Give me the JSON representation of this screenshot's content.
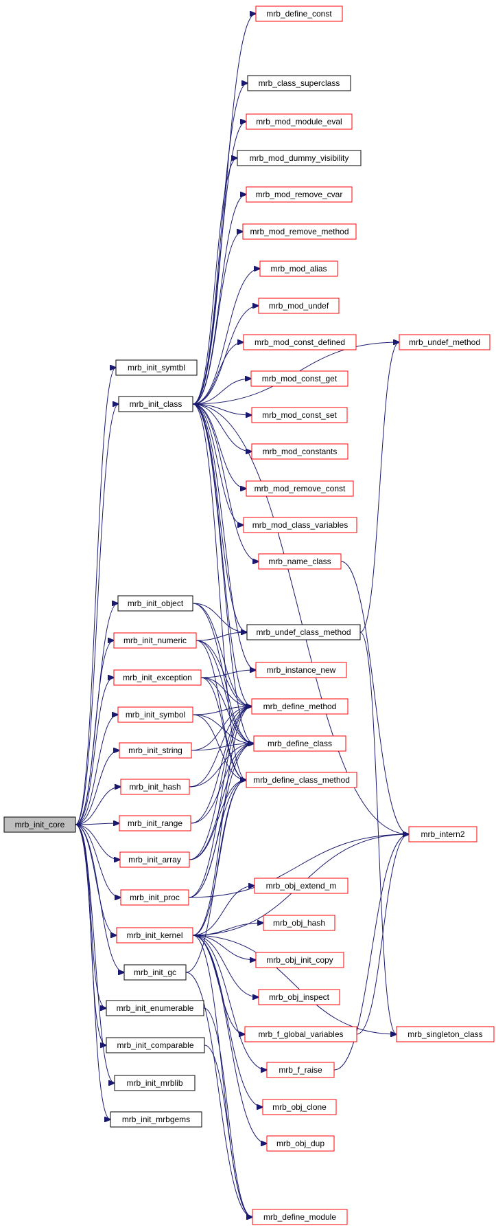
{
  "colors": {
    "edge": "#191970",
    "black_border": "#000000",
    "red_border": "#ff0000",
    "root_fill": "#bfbfbf"
  },
  "nodes": [
    {
      "id": "core",
      "label": "mrb_init_core",
      "style": "root"
    },
    {
      "id": "symtbl",
      "label": "mrb_init_symtbl",
      "style": "black"
    },
    {
      "id": "class",
      "label": "mrb_init_class",
      "style": "black"
    },
    {
      "id": "object",
      "label": "mrb_init_object",
      "style": "black"
    },
    {
      "id": "numeric",
      "label": "mrb_init_numeric",
      "style": "red"
    },
    {
      "id": "exception",
      "label": "mrb_init_exception",
      "style": "red"
    },
    {
      "id": "symbol",
      "label": "mrb_init_symbol",
      "style": "red"
    },
    {
      "id": "string",
      "label": "mrb_init_string",
      "style": "red"
    },
    {
      "id": "hash",
      "label": "mrb_init_hash",
      "style": "red"
    },
    {
      "id": "range",
      "label": "mrb_init_range",
      "style": "red"
    },
    {
      "id": "array",
      "label": "mrb_init_array",
      "style": "red"
    },
    {
      "id": "proc",
      "label": "mrb_init_proc",
      "style": "red"
    },
    {
      "id": "kernel",
      "label": "mrb_init_kernel",
      "style": "red"
    },
    {
      "id": "gc",
      "label": "mrb_init_gc",
      "style": "black"
    },
    {
      "id": "enumerable",
      "label": "mrb_init_enumerable",
      "style": "black"
    },
    {
      "id": "comparable",
      "label": "mrb_init_comparable",
      "style": "black"
    },
    {
      "id": "mrblib",
      "label": "mrb_init_mrblib",
      "style": "black"
    },
    {
      "id": "mrbgems",
      "label": "mrb_init_mrbgems",
      "style": "black"
    },
    {
      "id": "define_const",
      "label": "mrb_define_const",
      "style": "red"
    },
    {
      "id": "class_superclass",
      "label": "mrb_class_superclass",
      "style": "black"
    },
    {
      "id": "mod_module_eval",
      "label": "mrb_mod_module_eval",
      "style": "red"
    },
    {
      "id": "mod_dummy_visibility",
      "label": "mrb_mod_dummy_visibility",
      "style": "black"
    },
    {
      "id": "mod_remove_cvar",
      "label": "mrb_mod_remove_cvar",
      "style": "red"
    },
    {
      "id": "mod_remove_method",
      "label": "mrb_mod_remove_method",
      "style": "red"
    },
    {
      "id": "mod_alias",
      "label": "mrb_mod_alias",
      "style": "red"
    },
    {
      "id": "mod_undef",
      "label": "mrb_mod_undef",
      "style": "red"
    },
    {
      "id": "mod_const_defined",
      "label": "mrb_mod_const_defined",
      "style": "red"
    },
    {
      "id": "mod_const_get",
      "label": "mrb_mod_const_get",
      "style": "red"
    },
    {
      "id": "mod_const_set",
      "label": "mrb_mod_const_set",
      "style": "red"
    },
    {
      "id": "mod_constants",
      "label": "mrb_mod_constants",
      "style": "red"
    },
    {
      "id": "mod_remove_const",
      "label": "mrb_mod_remove_const",
      "style": "red"
    },
    {
      "id": "mod_class_variables",
      "label": "mrb_mod_class_variables",
      "style": "red"
    },
    {
      "id": "name_class",
      "label": "mrb_name_class",
      "style": "red"
    },
    {
      "id": "undef_class_method",
      "label": "mrb_undef_class_method",
      "style": "black"
    },
    {
      "id": "instance_new",
      "label": "mrb_instance_new",
      "style": "red"
    },
    {
      "id": "define_method",
      "label": "mrb_define_method",
      "style": "red"
    },
    {
      "id": "define_class",
      "label": "mrb_define_class",
      "style": "red"
    },
    {
      "id": "define_class_method",
      "label": "mrb_define_class_method",
      "style": "red"
    },
    {
      "id": "obj_extend_m",
      "label": "mrb_obj_extend_m",
      "style": "red"
    },
    {
      "id": "obj_hash",
      "label": "mrb_obj_hash",
      "style": "red"
    },
    {
      "id": "obj_init_copy",
      "label": "mrb_obj_init_copy",
      "style": "red"
    },
    {
      "id": "obj_inspect",
      "label": "mrb_obj_inspect",
      "style": "red"
    },
    {
      "id": "f_global_variables",
      "label": "mrb_f_global_variables",
      "style": "red"
    },
    {
      "id": "f_raise",
      "label": "mrb_f_raise",
      "style": "red"
    },
    {
      "id": "obj_clone",
      "label": "mrb_obj_clone",
      "style": "red"
    },
    {
      "id": "obj_dup",
      "label": "mrb_obj_dup",
      "style": "red"
    },
    {
      "id": "define_module",
      "label": "mrb_define_module",
      "style": "red"
    },
    {
      "id": "undef_method",
      "label": "mrb_undef_method",
      "style": "red"
    },
    {
      "id": "intern2",
      "label": "mrb_intern2",
      "style": "red"
    },
    {
      "id": "singleton_class",
      "label": "mrb_singleton_class",
      "style": "red"
    }
  ],
  "edges": [
    [
      "core",
      "symtbl"
    ],
    [
      "core",
      "class"
    ],
    [
      "core",
      "object"
    ],
    [
      "core",
      "numeric"
    ],
    [
      "core",
      "exception"
    ],
    [
      "core",
      "symbol"
    ],
    [
      "core",
      "string"
    ],
    [
      "core",
      "hash"
    ],
    [
      "core",
      "range"
    ],
    [
      "core",
      "array"
    ],
    [
      "core",
      "proc"
    ],
    [
      "core",
      "kernel"
    ],
    [
      "core",
      "gc"
    ],
    [
      "core",
      "enumerable"
    ],
    [
      "core",
      "comparable"
    ],
    [
      "core",
      "mrblib"
    ],
    [
      "core",
      "mrbgems"
    ],
    [
      "class",
      "define_const"
    ],
    [
      "class",
      "undef_method"
    ],
    [
      "class",
      "class_superclass"
    ],
    [
      "class",
      "mod_module_eval"
    ],
    [
      "class",
      "mod_dummy_visibility"
    ],
    [
      "class",
      "mod_remove_cvar"
    ],
    [
      "class",
      "mod_remove_method"
    ],
    [
      "class",
      "mod_alias"
    ],
    [
      "class",
      "mod_undef"
    ],
    [
      "class",
      "mod_const_defined"
    ],
    [
      "class",
      "mod_const_get"
    ],
    [
      "class",
      "mod_const_set"
    ],
    [
      "class",
      "mod_constants"
    ],
    [
      "class",
      "mod_remove_const"
    ],
    [
      "class",
      "mod_class_variables"
    ],
    [
      "class",
      "name_class"
    ],
    [
      "class",
      "intern2"
    ],
    [
      "class",
      "instance_new"
    ],
    [
      "class",
      "define_method"
    ],
    [
      "class",
      "define_class"
    ],
    [
      "class",
      "define_class_method"
    ],
    [
      "class",
      "undef_class_method"
    ],
    [
      "object",
      "undef_class_method"
    ],
    [
      "object",
      "define_method"
    ],
    [
      "object",
      "define_class"
    ],
    [
      "numeric",
      "undef_class_method"
    ],
    [
      "numeric",
      "define_method"
    ],
    [
      "numeric",
      "define_class"
    ],
    [
      "numeric",
      "define_class_method"
    ],
    [
      "exception",
      "instance_new"
    ],
    [
      "exception",
      "define_method"
    ],
    [
      "exception",
      "define_class"
    ],
    [
      "exception",
      "define_class_method"
    ],
    [
      "symbol",
      "define_method"
    ],
    [
      "symbol",
      "define_class"
    ],
    [
      "symbol",
      "define_class_method"
    ],
    [
      "string",
      "define_method"
    ],
    [
      "string",
      "define_class"
    ],
    [
      "hash",
      "define_method"
    ],
    [
      "hash",
      "define_class"
    ],
    [
      "range",
      "define_method"
    ],
    [
      "range",
      "define_class"
    ],
    [
      "array",
      "define_method"
    ],
    [
      "array",
      "define_class"
    ],
    [
      "array",
      "define_class_method"
    ],
    [
      "proc",
      "define_method"
    ],
    [
      "proc",
      "define_class"
    ],
    [
      "proc",
      "define_class_method"
    ],
    [
      "proc",
      "intern2"
    ],
    [
      "kernel",
      "obj_extend_m"
    ],
    [
      "kernel",
      "obj_hash"
    ],
    [
      "kernel",
      "obj_init_copy"
    ],
    [
      "kernel",
      "obj_inspect"
    ],
    [
      "kernel",
      "f_global_variables"
    ],
    [
      "kernel",
      "f_raise"
    ],
    [
      "kernel",
      "obj_clone"
    ],
    [
      "kernel",
      "obj_dup"
    ],
    [
      "kernel",
      "define_module"
    ],
    [
      "kernel",
      "singleton_class"
    ],
    [
      "kernel",
      "intern2"
    ],
    [
      "kernel",
      "define_method"
    ],
    [
      "kernel",
      "define_class_method"
    ],
    [
      "gc",
      "define_module"
    ],
    [
      "gc",
      "define_class_method"
    ],
    [
      "enumerable",
      "define_module"
    ],
    [
      "comparable",
      "define_module"
    ],
    [
      "name_class",
      "intern2"
    ],
    [
      "undef_class_method",
      "undef_method"
    ],
    [
      "undef_class_method",
      "singleton_class"
    ],
    [
      "f_global_variables",
      "intern2"
    ],
    [
      "f_raise",
      "intern2"
    ]
  ]
}
